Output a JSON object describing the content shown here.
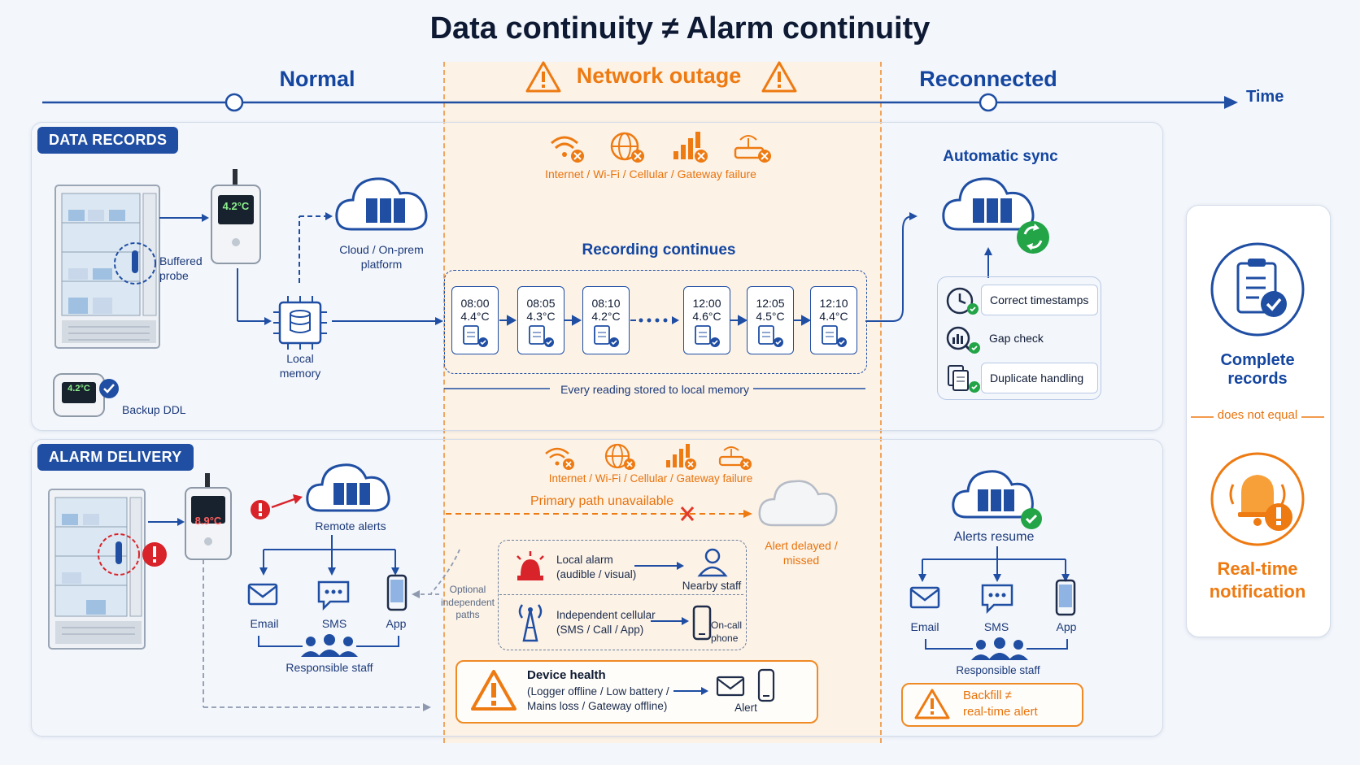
{
  "title": "Data continuity ≠ Alarm continuity",
  "timeline": {
    "phases": [
      "Normal",
      "Network outage",
      "Reconnected"
    ],
    "axis_label": "Time"
  },
  "data_records": {
    "badge": "DATA RECORDS",
    "buffered_probe": [
      "Buffered",
      "probe"
    ],
    "logger_display": "4.2°C",
    "cloud_label": [
      "Cloud / On-prem",
      "platform"
    ],
    "local_memory": [
      "Local",
      "memory"
    ],
    "backup_ddl": "Backup DDL",
    "backup_display": "4.2°C",
    "failure_label": "Internet / Wi-Fi / Cellular / Gateway failure",
    "recording_continues": "Recording continues",
    "readings": [
      {
        "time": "08:00",
        "temp": "4.4°C"
      },
      {
        "time": "08:05",
        "temp": "4.3°C"
      },
      {
        "time": "08:10",
        "temp": "4.2°C"
      },
      {
        "time": "12:00",
        "temp": "4.6°C"
      },
      {
        "time": "12:05",
        "temp": "4.5°C"
      },
      {
        "time": "12:10",
        "temp": "4.4°C"
      }
    ],
    "every_reading": "Every reading stored to local memory",
    "automatic_sync": "Automatic sync",
    "checks": [
      "Correct timestamps",
      "Gap check",
      "Duplicate handling"
    ]
  },
  "alarm_delivery": {
    "badge": "ALARM DELIVERY",
    "logger_display": "8.9°C",
    "remote_alerts": "Remote alerts",
    "channels": [
      "Email",
      "SMS",
      "App"
    ],
    "responsible_staff": "Responsible staff",
    "failure_label": "Internet / Wi-Fi / Cellular / Gateway failure",
    "primary_unavailable": "Primary path unavailable",
    "alert_delayed": [
      "Alert delayed /",
      "missed"
    ],
    "optional_paths": [
      "Optional",
      "independent",
      "paths"
    ],
    "local_alarm": [
      "Local alarm",
      "(audible / visual)"
    ],
    "nearby_staff": "Nearby staff",
    "independent_cellular": [
      "Independent cellular",
      "(SMS / Call  / App)"
    ],
    "oncall_phone": [
      "On-call",
      "phone"
    ],
    "device_health_title": "Device health",
    "device_health_detail": [
      "(Logger offline / Low battery /",
      "Mains loss / Gateway offline)"
    ],
    "device_alert": "Alert",
    "alerts_resume": "Alerts resume",
    "reconnect_channels": [
      "Email",
      "SMS",
      "App"
    ],
    "reconnect_staff": "Responsible staff",
    "backfill": [
      "Backfill ≠",
      "real-time alert"
    ]
  },
  "summary": {
    "complete_records": "Complete records",
    "does_not_equal": "does not equal",
    "realtime": [
      "Real-time",
      "notification"
    ]
  },
  "colors": {
    "navy": "#1f4ea3",
    "orange": "#ee7a12",
    "green": "#22a447",
    "red": "#d8232a"
  }
}
